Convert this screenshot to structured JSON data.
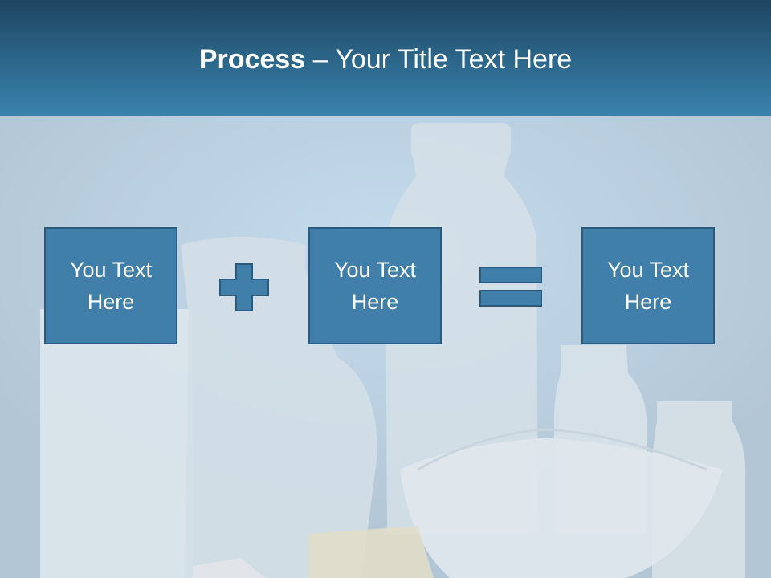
{
  "slide": {
    "title_bold": "Process",
    "title_rest": " – Your Title Text Here"
  },
  "process": {
    "boxes": [
      {
        "text": "You Text Here"
      },
      {
        "text": "You Text Here"
      },
      {
        "text": "You Text Here"
      }
    ],
    "operators": [
      "plus-icon",
      "equals-icon"
    ]
  },
  "colors": {
    "header_top": "#1e4561",
    "header_bottom": "#3a82ad",
    "box_fill": "#3f7faa",
    "box_border": "#2b5a7c"
  }
}
